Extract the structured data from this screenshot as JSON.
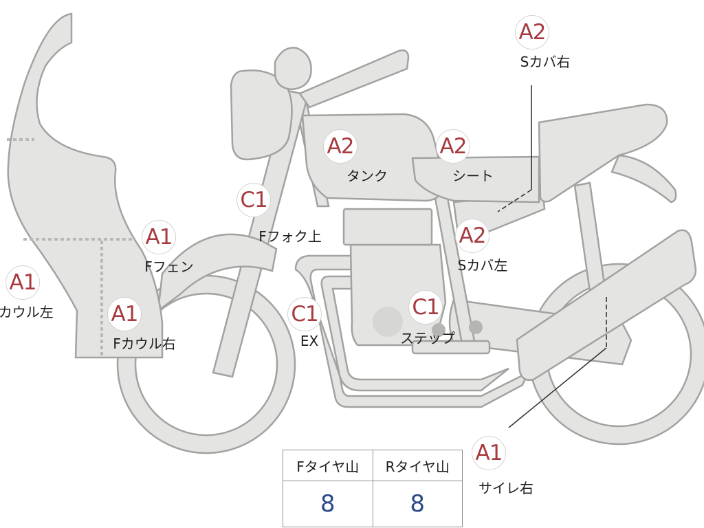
{
  "parts": [
    {
      "id": "f-cowl-left",
      "grade": "A1",
      "label": "Fカウル左"
    },
    {
      "id": "f-cowl-right",
      "grade": "A1",
      "label": "Fカウル右"
    },
    {
      "id": "f-fender",
      "grade": "A1",
      "label": "Fフェン"
    },
    {
      "id": "f-fork-upper",
      "grade": "C1",
      "label": "Fフォク上"
    },
    {
      "id": "tank",
      "grade": "A2",
      "label": "タンク"
    },
    {
      "id": "seat",
      "grade": "A2",
      "label": "シート"
    },
    {
      "id": "s-cover-right",
      "grade": "A2",
      "label": "Sカバ右"
    },
    {
      "id": "s-cover-left",
      "grade": "A2",
      "label": "Sカバ左"
    },
    {
      "id": "exhaust",
      "grade": "C1",
      "label": "EX"
    },
    {
      "id": "step",
      "grade": "C1",
      "label": "ステップ"
    },
    {
      "id": "silencer-right",
      "grade": "A1",
      "label": "サイレ右"
    }
  ],
  "tire_table": {
    "headers": [
      "Fタイヤ山",
      "Rタイヤ山"
    ],
    "values": [
      "8",
      "8"
    ]
  },
  "colors": {
    "grade_text": "#a73a3e",
    "value_text": "#2c4a8a",
    "part_fill": "#e4e4e2",
    "part_outline": "#a2a2a0"
  }
}
